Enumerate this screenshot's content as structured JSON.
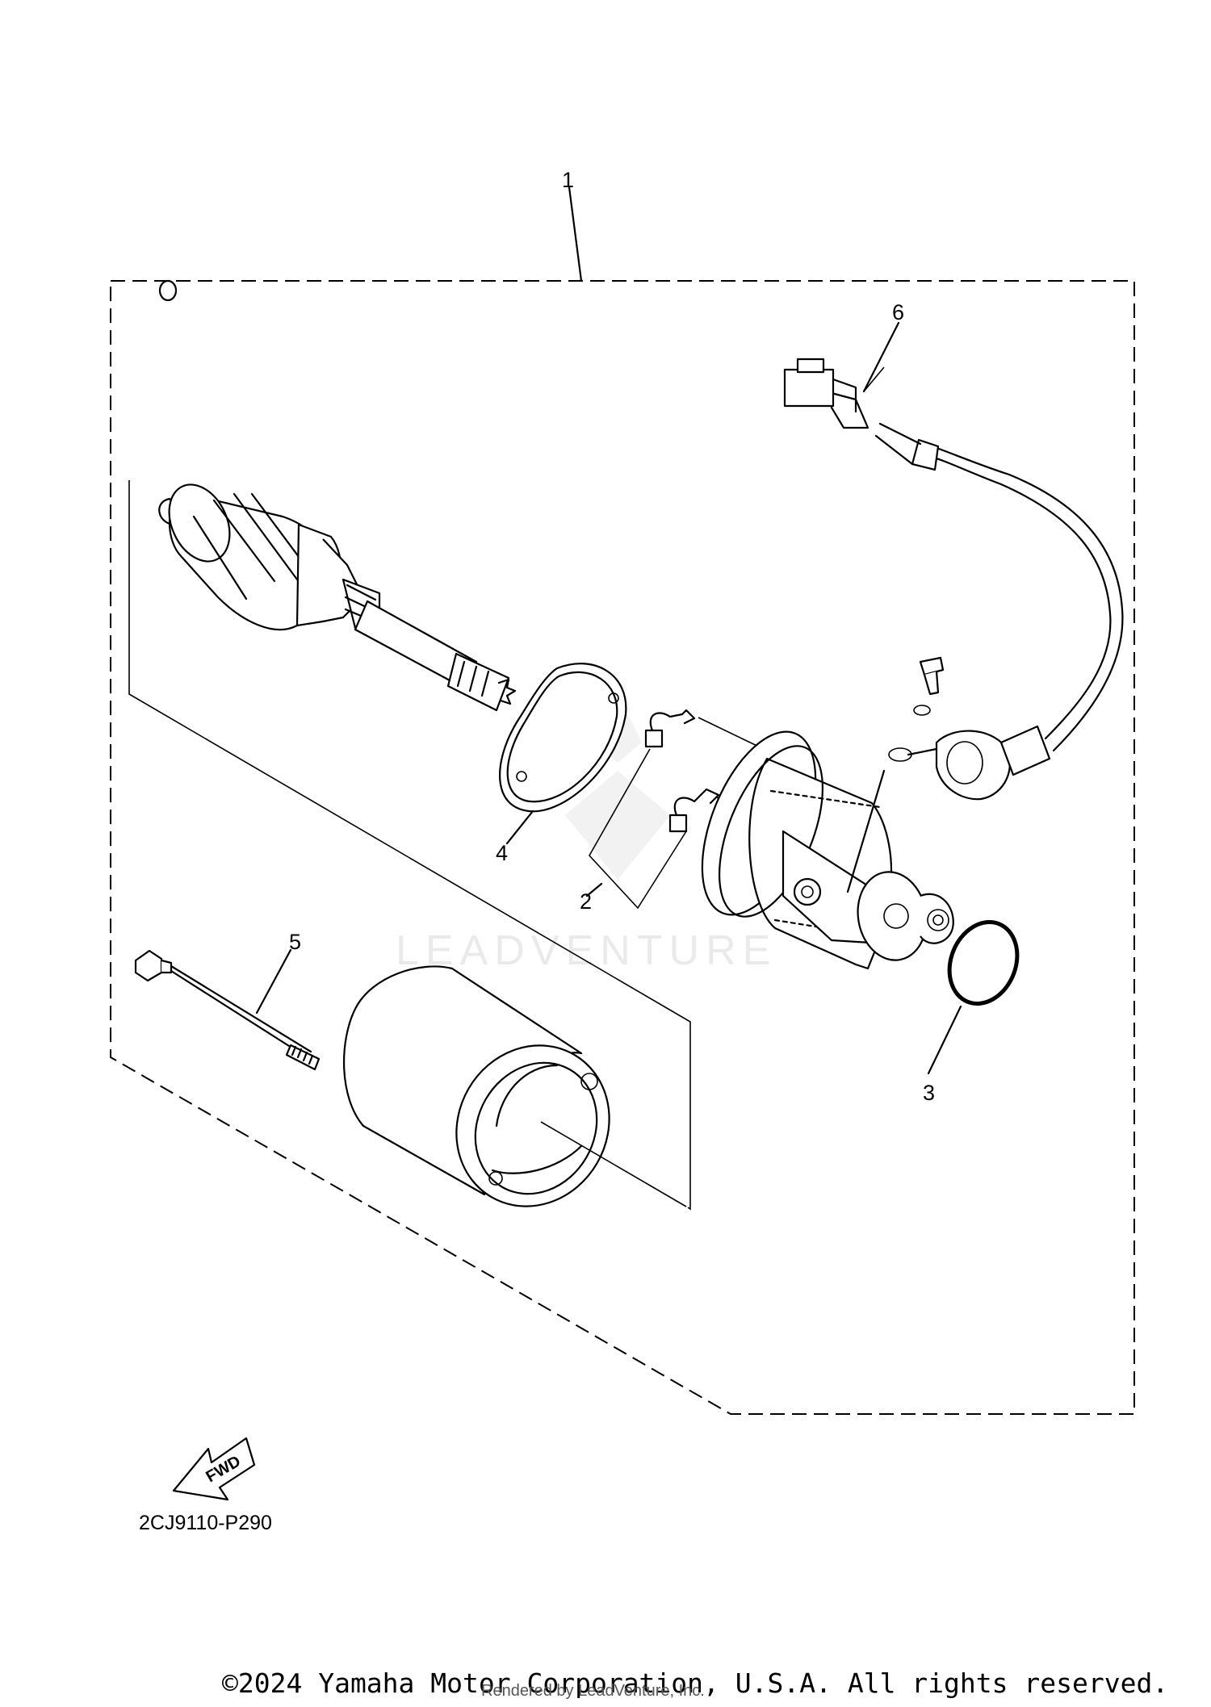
{
  "callouts": {
    "c1": "1",
    "c2": "2",
    "c3": "3",
    "c4": "4",
    "c5": "5",
    "c6": "6"
  },
  "fwd_label": "FWD",
  "drawing_code": "2CJ9110-P290",
  "watermark": "LEADVENTURE",
  "copyright": "©2024 Yamaha Motor Corporation, U.S.A. All rights reserved.",
  "rendered_by": "Rendered by LeadVenture, Inc."
}
